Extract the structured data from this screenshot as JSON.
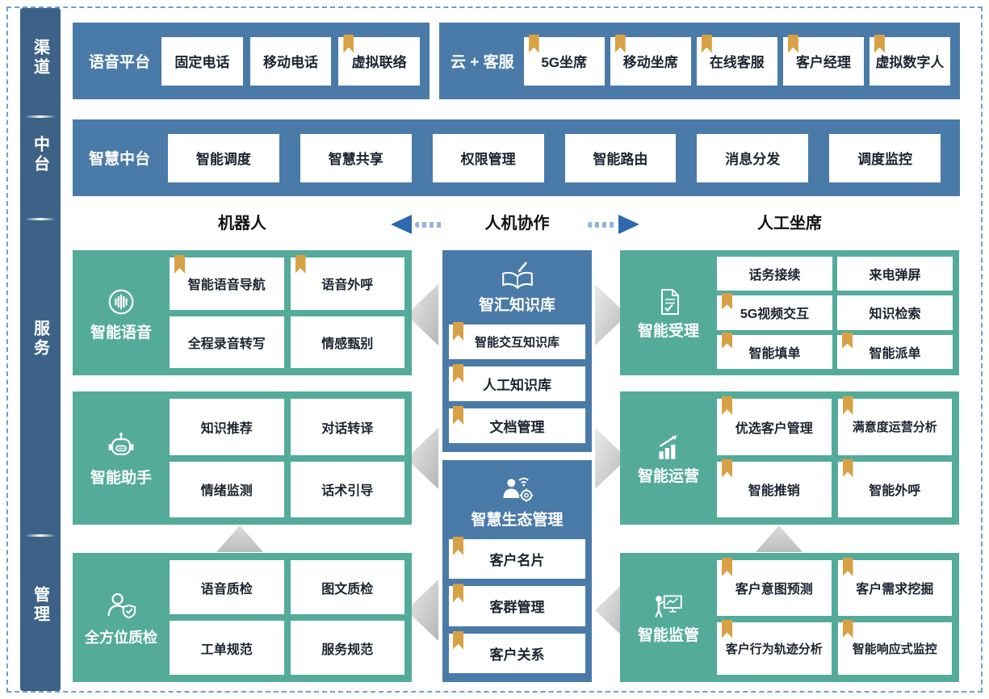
{
  "colors": {
    "sidebar_blue": "#3d6287",
    "band_blue": "#4a7aa8",
    "block_green": "#54ab9a",
    "bookmark_gold": "#d7a245",
    "arrow_blue": "#2e68ae",
    "chevron_gray": "#c4c4c4",
    "dashed_border_blue": "#6b9fd4"
  },
  "sidebar": {
    "items": [
      {
        "label": "渠道"
      },
      {
        "label": "中台"
      },
      {
        "label": "服务"
      },
      {
        "label": "管理"
      }
    ]
  },
  "rows": {
    "voice_platform": {
      "title": "语音平台",
      "items": [
        {
          "label": "固定电话",
          "bookmark": false
        },
        {
          "label": "移动电话",
          "bookmark": false
        },
        {
          "label": "虚拟联络",
          "bookmark": true
        }
      ]
    },
    "cloud_service": {
      "title": "云 + 客服",
      "items": [
        {
          "label": "5G坐席",
          "bookmark": true
        },
        {
          "label": "移动坐席",
          "bookmark": true
        },
        {
          "label": "在线客服",
          "bookmark": true
        },
        {
          "label": "客户经理",
          "bookmark": true
        },
        {
          "label": "虚拟数字人",
          "bookmark": true
        }
      ]
    },
    "smart_middle": {
      "title": "智慧中台",
      "items": [
        {
          "label": "智能调度"
        },
        {
          "label": "智慧共享"
        },
        {
          "label": "权限管理"
        },
        {
          "label": "智能路由"
        },
        {
          "label": "消息分发"
        },
        {
          "label": "调度监控"
        }
      ]
    }
  },
  "section_headers": {
    "left": "机器人",
    "center": "人机协作",
    "right": "人工坐席"
  },
  "left_column": {
    "blocks": [
      {
        "title": "智能语音",
        "icon": "voice-waveform-icon",
        "items": [
          {
            "label": "智能语音导航",
            "bookmark": true
          },
          {
            "label": "语音外呼",
            "bookmark": true
          },
          {
            "label": "全程录音转写",
            "bookmark": false
          },
          {
            "label": "情感甄别",
            "bookmark": false
          }
        ]
      },
      {
        "title": "智能助手",
        "icon": "robot-icon",
        "items": [
          {
            "label": "知识推荐",
            "bookmark": false
          },
          {
            "label": "对话转译",
            "bookmark": false
          },
          {
            "label": "情绪监测",
            "bookmark": false
          },
          {
            "label": "话术引导",
            "bookmark": false
          }
        ]
      },
      {
        "title": "全方位质检",
        "icon": "person-badge-icon",
        "items": [
          {
            "label": "语音质检",
            "bookmark": false
          },
          {
            "label": "图文质检",
            "bookmark": false
          },
          {
            "label": "工单规范",
            "bookmark": false
          },
          {
            "label": "服务规范",
            "bookmark": false
          }
        ]
      }
    ]
  },
  "center_column": {
    "blocks": [
      {
        "title": "智汇知识库",
        "icon": "book-pen-icon",
        "items": [
          {
            "label": "智能交互知识库",
            "bookmark": true
          },
          {
            "label": "人工知识库",
            "bookmark": true
          },
          {
            "label": "文档管理",
            "bookmark": true
          }
        ]
      },
      {
        "title": "智慧生态管理",
        "icon": "person-network-icon",
        "items": [
          {
            "label": "客户名片",
            "bookmark": true
          },
          {
            "label": "客群管理",
            "bookmark": true
          },
          {
            "label": "客户关系",
            "bookmark": true
          }
        ]
      }
    ]
  },
  "right_column": {
    "blocks": [
      {
        "title": "智能受理",
        "icon": "document-check-icon",
        "items": [
          {
            "label": "话务接续",
            "bookmark": false
          },
          {
            "label": "来电弹屏",
            "bookmark": false
          },
          {
            "label": "5G视频交互",
            "bookmark": true
          },
          {
            "label": "知识检索",
            "bookmark": false
          },
          {
            "label": "智能填单",
            "bookmark": true
          },
          {
            "label": "智能派单",
            "bookmark": true
          }
        ]
      },
      {
        "title": "智能运营",
        "icon": "chart-growth-icon",
        "items": [
          {
            "label": "优选客户管理",
            "bookmark": true
          },
          {
            "label": "满意度运营分析",
            "bookmark": true
          },
          {
            "label": "智能推销",
            "bookmark": true
          },
          {
            "label": "智能外呼",
            "bookmark": true
          }
        ]
      },
      {
        "title": "智能监管",
        "icon": "person-monitor-icon",
        "items": [
          {
            "label": "客户意图预测",
            "bookmark": true
          },
          {
            "label": "客户需求挖掘",
            "bookmark": true
          },
          {
            "label": "客户行为轨迹分析",
            "bookmark": true
          },
          {
            "label": "智能响应式监控",
            "bookmark": true
          }
        ]
      }
    ]
  }
}
